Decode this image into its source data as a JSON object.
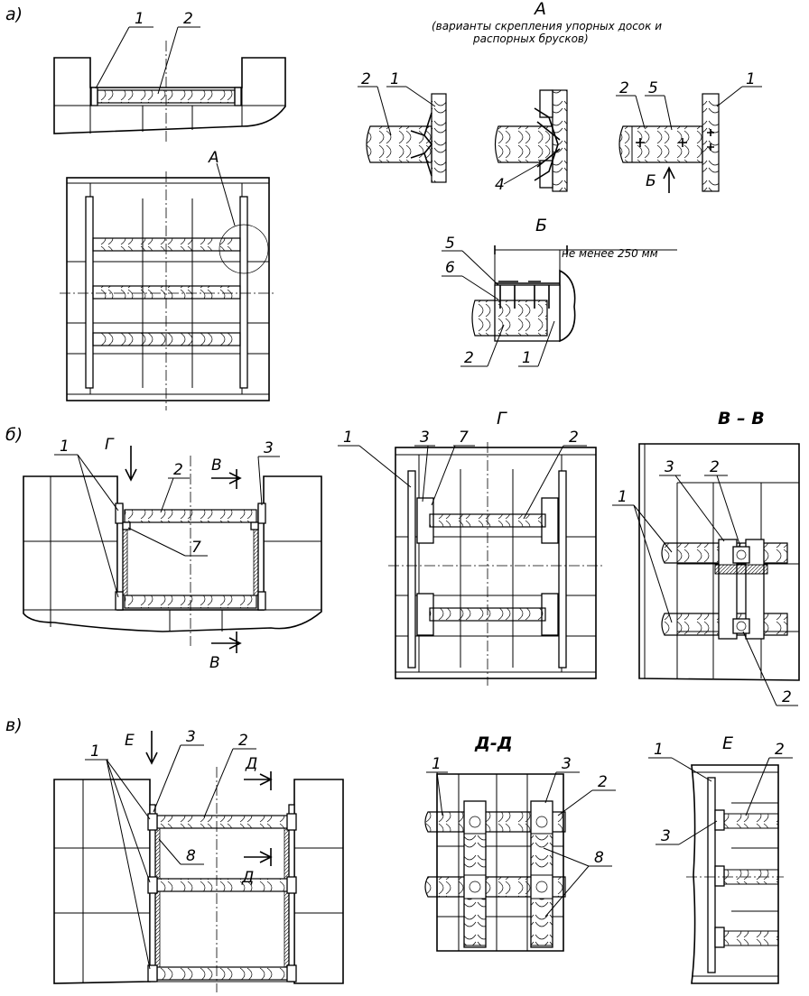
{
  "figure_labels": {
    "a": "а)",
    "b": "б)",
    "v": "в)"
  },
  "view_titles": {
    "A": "А",
    "A_caption_line1": "(варианты скрепления упорных досок и",
    "A_caption_line2": "распорных брусков)",
    "B": "Б",
    "G": "Г",
    "VV": "В – В",
    "DD": "Д-Д",
    "E": "Е"
  },
  "dimension_text": "не менее 250 мм",
  "section_marks": {
    "V": "В",
    "D": "Д",
    "G": "Г",
    "E": "Е",
    "A": "А",
    "B": "Б"
  },
  "callouts": {
    "n1": "1",
    "n2": "2",
    "n3": "3",
    "n4": "4",
    "n5": "5",
    "n6": "6",
    "n7": "7",
    "n8": "8"
  }
}
